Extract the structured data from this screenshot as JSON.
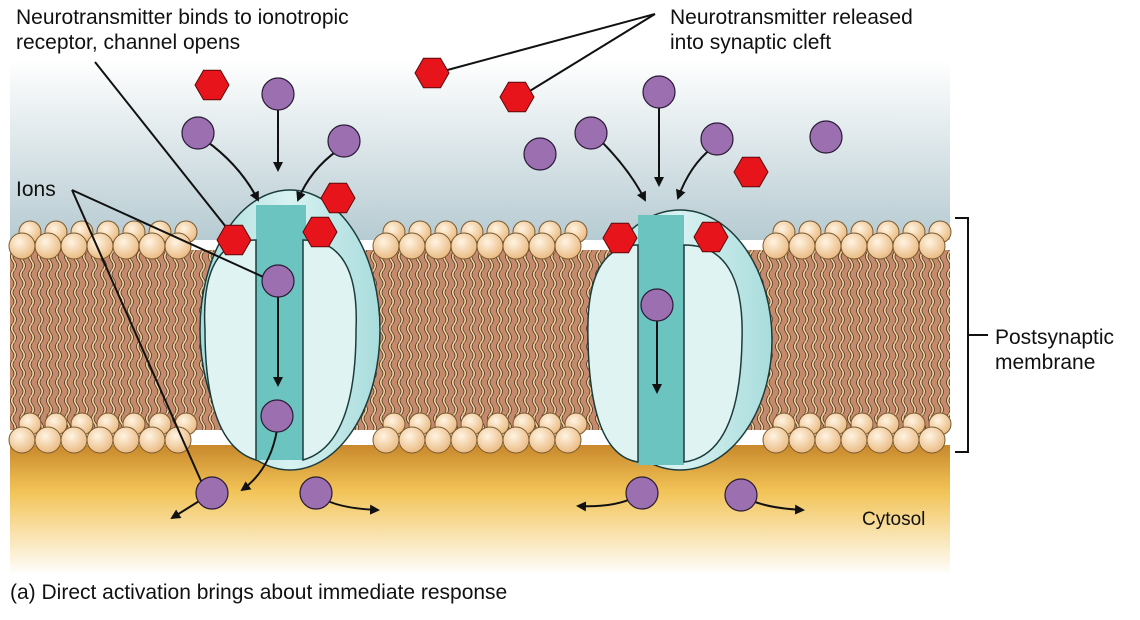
{
  "title": "Direct activation of ionotropic receptor at postsynaptic membrane",
  "labels": {
    "binds_line1": "Neurotransmitter binds to ionotropic",
    "binds_line2": "receptor, channel opens",
    "released_line1": "Neurotransmitter released",
    "released_line2": "into synaptic cleft",
    "ions": "Ions",
    "postsynaptic_line1": "Postsynaptic",
    "postsynaptic_line2": "membrane",
    "cytosol": "Cytosol"
  },
  "caption": "(a) Direct activation brings about immediate response",
  "colors": {
    "neurotransmitter": "#e8141b",
    "ion": "#9b6fb0",
    "channel_outer": "#bfe3e3",
    "channel_pore": "#6cc4c0",
    "phospholipid_head": "#f6d3a4",
    "lipid_tail_bg": "#c58a6e",
    "cleft_top": "#ffffff",
    "cleft_bottom": "#b7cdd3",
    "cytosol_top": "#c98a2a",
    "cytosol_bottom": "#fff6e0"
  },
  "legend_items": [
    {
      "name": "neurotransmitter",
      "shape": "red-hexagon"
    },
    {
      "name": "ion",
      "shape": "purple-circle"
    }
  ]
}
